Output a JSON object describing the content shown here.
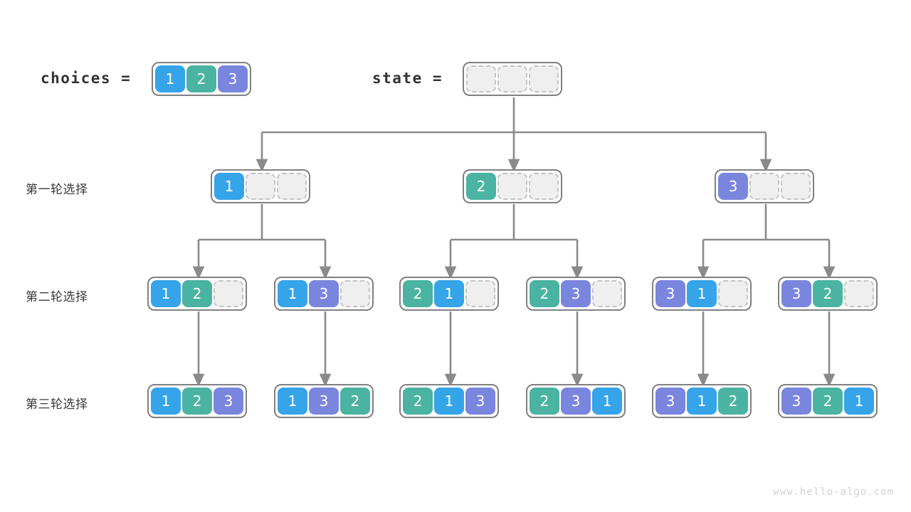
{
  "watermark": "www.hello-algo.com",
  "colors": {
    "value_1": "#36a4e8",
    "value_2": "#4bb3a2",
    "value_3": "#7a86dd",
    "empty_cell_fill": "#efefef",
    "empty_cell_border": "#c4c4c4",
    "node_border": "#808080",
    "edge": "#8a8a8a",
    "text": "#3b3b3b",
    "background": "#ffffff"
  },
  "header": {
    "choices_label": "choices =",
    "state_label": "state =",
    "choices_values": [
      "1",
      "2",
      "3"
    ],
    "state_values": [
      "",
      "",
      ""
    ]
  },
  "row_labels": [
    "第一轮选择",
    "第二轮选择",
    "第三轮选择"
  ],
  "tree": {
    "level1": [
      {
        "cells": [
          "1",
          "",
          ""
        ]
      },
      {
        "cells": [
          "2",
          "",
          ""
        ]
      },
      {
        "cells": [
          "3",
          "",
          ""
        ]
      }
    ],
    "level2": [
      {
        "cells": [
          "1",
          "2",
          ""
        ]
      },
      {
        "cells": [
          "1",
          "3",
          ""
        ]
      },
      {
        "cells": [
          "2",
          "1",
          ""
        ]
      },
      {
        "cells": [
          "2",
          "3",
          ""
        ]
      },
      {
        "cells": [
          "3",
          "1",
          ""
        ]
      },
      {
        "cells": [
          "3",
          "2",
          ""
        ]
      }
    ],
    "level3": [
      {
        "cells": [
          "1",
          "2",
          "3"
        ]
      },
      {
        "cells": [
          "1",
          "3",
          "2"
        ]
      },
      {
        "cells": [
          "2",
          "1",
          "3"
        ]
      },
      {
        "cells": [
          "2",
          "3",
          "1"
        ]
      },
      {
        "cells": [
          "3",
          "1",
          "2"
        ]
      },
      {
        "cells": [
          "3",
          "2",
          "1"
        ]
      }
    ]
  }
}
